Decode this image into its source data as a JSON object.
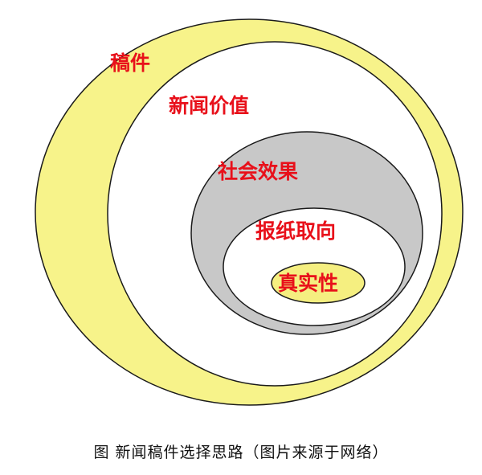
{
  "layers": [
    {
      "label": "稿件",
      "fill": "#f7f38a"
    },
    {
      "label": "新闻价值",
      "fill": "#ffffff"
    },
    {
      "label": "社会效果",
      "fill": "#c8c8c8"
    },
    {
      "label": "报纸取向",
      "fill": "#ffffff"
    },
    {
      "label": "真实性",
      "fill": "#f5ef80"
    }
  ],
  "label_color": "#e8101a",
  "outline_color": "#1a1a1a",
  "caption": "图 新闻稿件选择思路（图片来源于网络）"
}
